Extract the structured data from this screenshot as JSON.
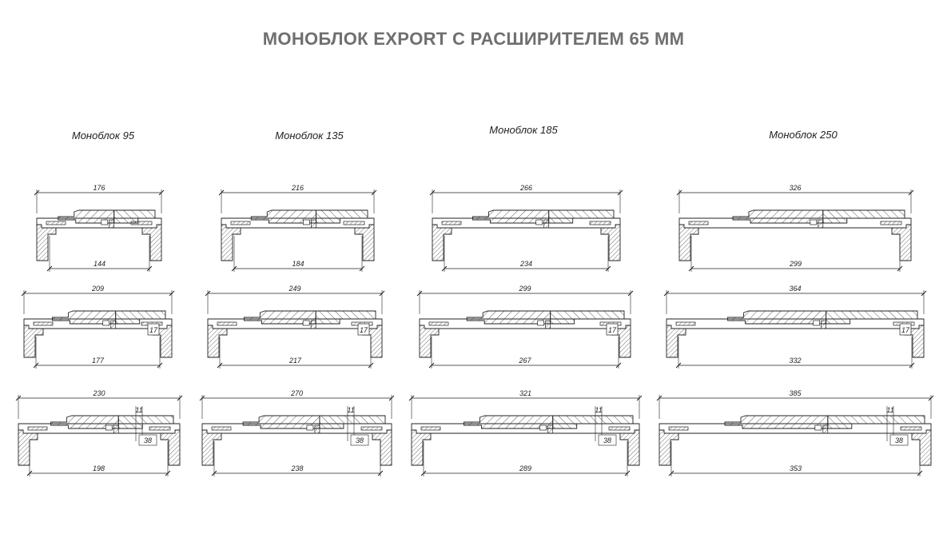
{
  "title": "МОНОБЛОК EXPORT С  РАСШИРИТЕЛЕМ 65 ММ",
  "columns": [
    {
      "heading": "Моноблок  95"
    },
    {
      "heading": "Моноблок  135"
    },
    {
      "heading": "Моноблок  185"
    },
    {
      "heading": "Моноблок  250"
    }
  ],
  "rows": [
    [
      {
        "top": "176",
        "bottom": "144"
      },
      {
        "top": "216",
        "bottom": "184"
      },
      {
        "top": "266",
        "bottom": "234"
      },
      {
        "top": "326",
        "bottom": "299"
      }
    ],
    [
      {
        "top": "209",
        "bottom": "177",
        "side": "17"
      },
      {
        "top": "249",
        "bottom": "217",
        "side": "17"
      },
      {
        "top": "299",
        "bottom": "267",
        "side": "17"
      },
      {
        "top": "364",
        "bottom": "332",
        "side": "17"
      }
    ],
    [
      {
        "top": "230",
        "bottom": "198",
        "small": "11",
        "side": "38"
      },
      {
        "top": "270",
        "bottom": "238",
        "small": "11",
        "side": "38"
      },
      {
        "top": "321",
        "bottom": "289",
        "small": "11",
        "side": "38"
      },
      {
        "top": "385",
        "bottom": "353",
        "small": "11",
        "side": "38"
      }
    ]
  ],
  "colors": {
    "title": "#6f6f72",
    "line": "#222222",
    "hatch": "#333333",
    "fill": "#ffffff"
  }
}
